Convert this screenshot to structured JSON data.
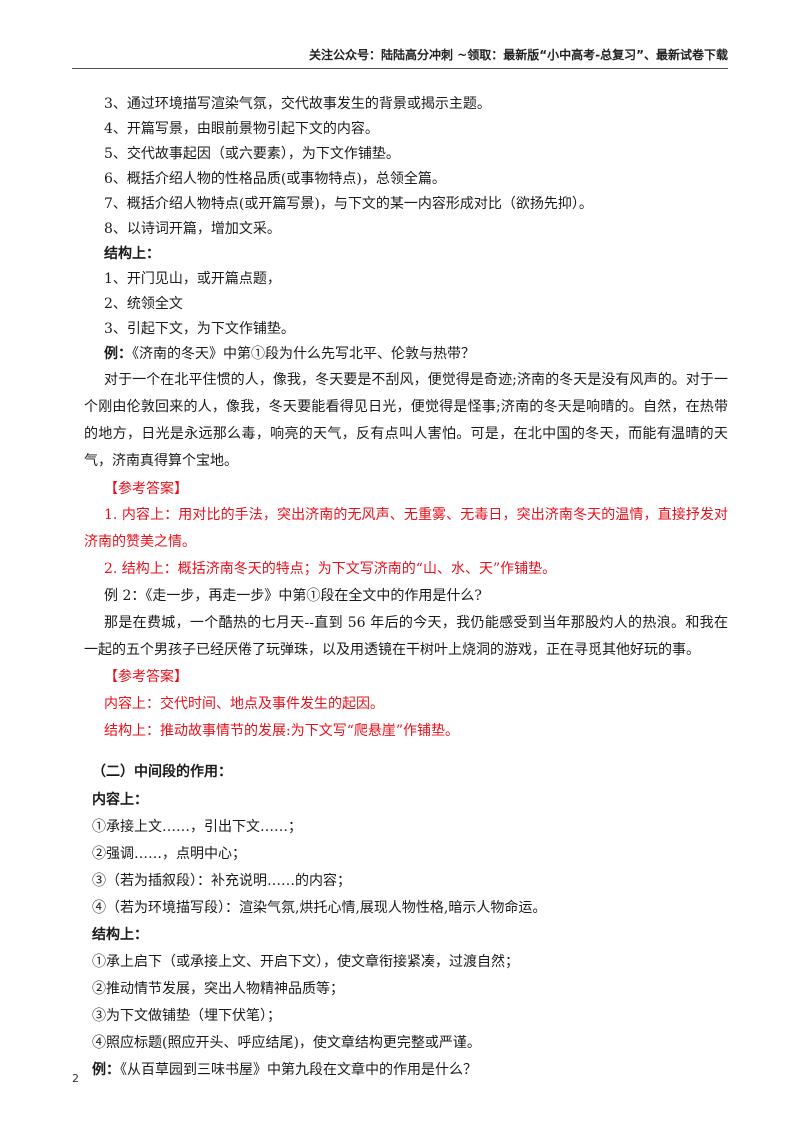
{
  "header": {
    "text": "关注公众号：陆陆高分冲刺  ~领取：最新版“小中高考-总复习”、最新试卷下载"
  },
  "opening_functions": [
    "3、通过环境描写渲染气氛，交代故事发生的背景或揭示主题。",
    "4、开篇写景，由眼前景物引起下文的内容。",
    "5、交代故事起因（或六要素），为下文作铺垫。",
    "6、概括介绍人物的性格品质(或事物特点)，总领全篇。",
    "7、概括介绍人物特点(或开篇写景)，与下文的某一内容形成对比（欲扬先抑）。",
    "8、以诗词开篇，增加文采。"
  ],
  "structure_heading": "结构上：",
  "structure_items": [
    "1、开门见山，或开篇点题，",
    "2、统领全文",
    "3、引起下文，为下文作铺垫。"
  ],
  "example1": {
    "label": "例：",
    "question": "《济南的冬天》中第①段为什么先写北平、伦敦与热带？",
    "passage": "对于一个在北平住惯的人，像我，冬天要是不刮风，便觉得是奇迹;济南的冬天是没有风声的。对于一个刚由伦敦回来的人，像我，冬天要能看得见日光，便觉得是怪事;济南的冬天是响晴的。自然，在热带的地方，日光是永远那么毒，响亮的天气，反有点叫人害怕。可是，在北中国的冬天，而能有温晴的天气，济南真得算个宝地。",
    "answer_label": "【参考答案】",
    "answer1": "1. 内容上：用对比的手法，突出济南的无风声、无重雾、无毒日，突出济南冬天的温情，直接抒发对济南的赞美之情。",
    "answer2": "2. 结构上：概括济南冬天的特点；为下文写济南的“山、水、天”作铺垫。"
  },
  "example2": {
    "question": "例 2：《走一步，再走一步》中第①段在全文中的作用是什么?",
    "passage": "那是在费城，一个酷热的七月天--直到 56 年后的今天，我仍能感受到当年那股灼人的热浪。和我在一起的五个男孩子已经厌倦了玩弹珠，以及用透镜在干树叶上烧洞的游戏，正在寻觅其他好玩的事。",
    "answer_label": "【参考答案】",
    "answer1": "内容上：交代时间、地点及事件发生的起因。",
    "answer2": "结构上：推动故事情节的发展:为下文写“爬悬崖”作铺垫。"
  },
  "middle_section": {
    "title": "（二）中间段的作用：",
    "content_heading": "内容上：",
    "content_items": [
      "①承接上文……，引出下文……；",
      "②强调……，点明中心；",
      "③（若为插叙段）：补充说明……的内容；",
      "④（若为环境描写段）：渲染气氛,烘托心情,展现人物性格,暗示人物命运。"
    ],
    "structure_heading": "结构上：",
    "structure_items": [
      "①承上启下（或承接上文、开启下文），使文章衔接紧凑，过渡自然；",
      "②推动情节发展，突出人物精神品质等；",
      "③为下文做铺垫（埋下伏笔）；",
      "④照应标题(照应开头、呼应结尾)，使文章结构更完整或严谨。"
    ],
    "example_label": "例：",
    "example_question": "《从百草园到三味书屋》中第九段在文章中的作用是什么？"
  },
  "page_number": "2",
  "colors": {
    "answer_red": "#e8101b",
    "text": "#1a1a1a"
  }
}
